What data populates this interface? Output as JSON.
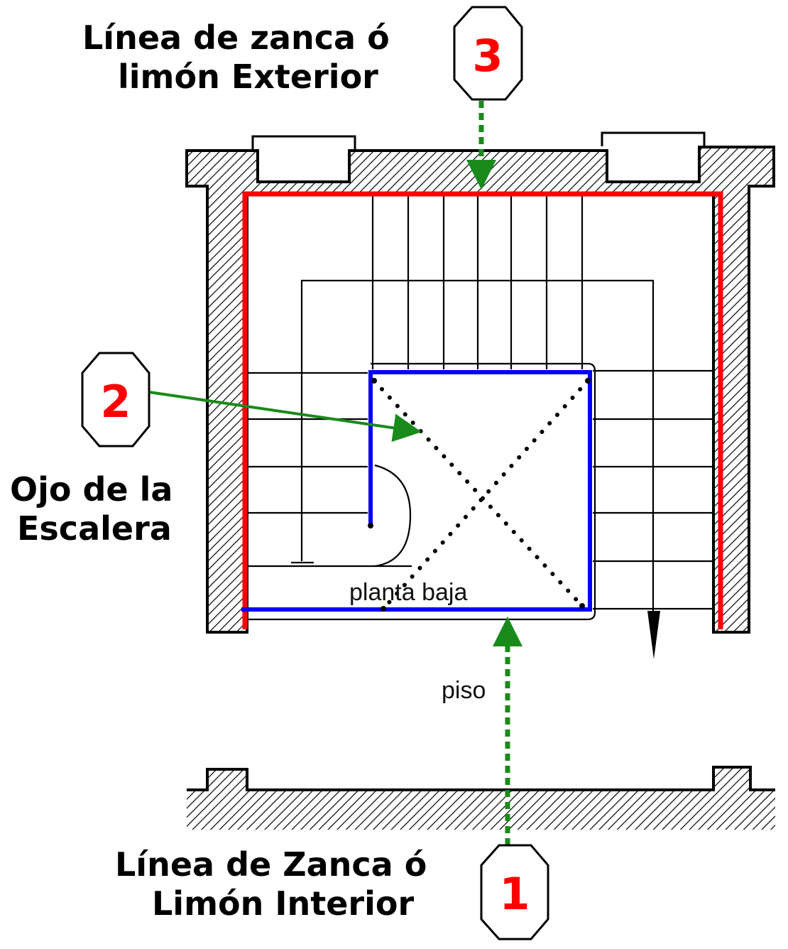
{
  "labels": {
    "outer_line": [
      "Línea de zanca ó",
      "limón Exterior"
    ],
    "stair_eye": [
      "Ojo de la",
      "Escalera"
    ],
    "inner_line": [
      "Línea de Zanca ó",
      "Limón Interior"
    ],
    "ground_floor": "planta baja",
    "floor": "piso"
  },
  "badges": {
    "one": "1",
    "two": "2",
    "three": "3"
  },
  "colors": {
    "outer_line": "#ff0000",
    "inner_line": "#0000ff",
    "arrow": "#1a8a1a",
    "badge_number": "#ff0000",
    "wall": "#000000"
  }
}
